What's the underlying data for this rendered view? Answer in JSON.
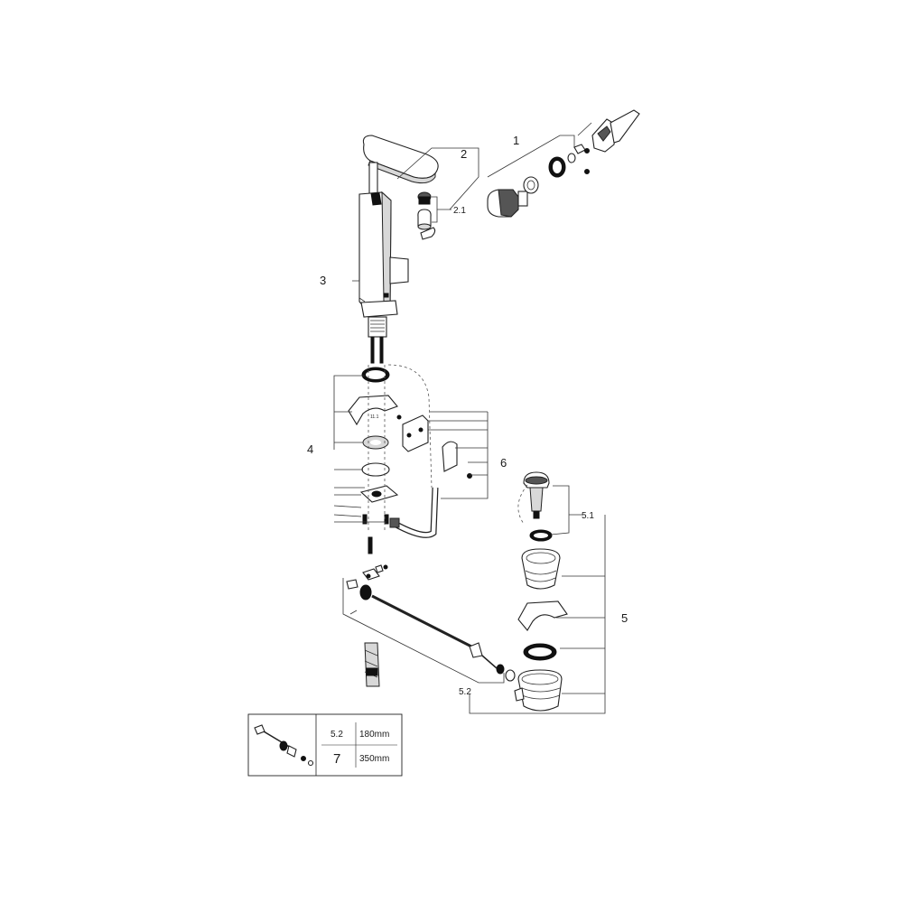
{
  "callouts": {
    "c1": "1",
    "c2": "2",
    "c21": "2.1",
    "c3": "3",
    "c4": "4",
    "c5": "5",
    "c51": "5.1",
    "c52": "5.2",
    "c6": "6"
  },
  "inset_table": {
    "rows": [
      {
        "id": "5.2",
        "length": "180mm"
      },
      {
        "id": "7",
        "length": "350mm"
      }
    ]
  },
  "small_label": "11.1"
}
